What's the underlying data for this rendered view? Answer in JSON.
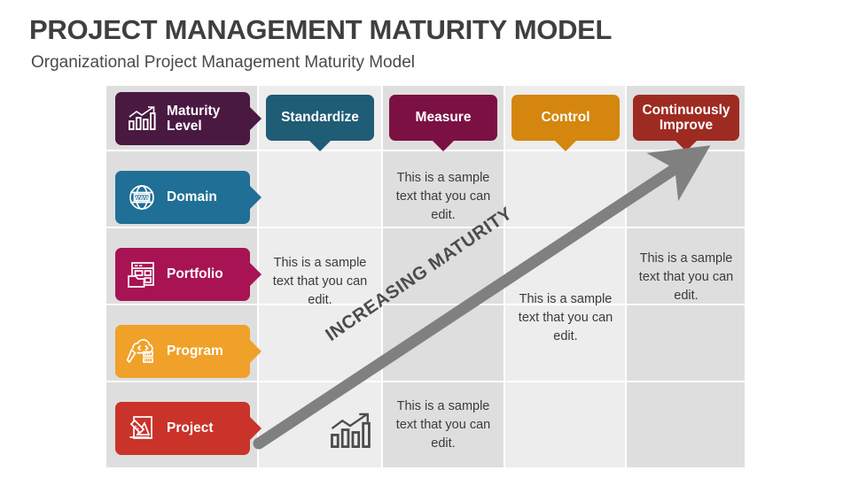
{
  "header": {
    "title": "PROJECT MANAGEMENT MATURITY MODEL",
    "subtitle": "Organizational Project Management Maturity Model"
  },
  "colors": {
    "title_text": "#3f3f3f",
    "maturity_level": "#4A1942",
    "standardize": "#1F5C75",
    "measure": "#7B1043",
    "control": "#D4860E",
    "continuously_improve": "#9E2B22",
    "domain": "#1F6F96",
    "portfolio": "#A81354",
    "program": "#F0A129",
    "project": "#C93329",
    "arrow": "#808080",
    "column_shade_dark": "#dedede",
    "column_shade_light": "#ededed"
  },
  "row_header": {
    "label": "Maturity Level",
    "icon": "bar-chart-growth-icon",
    "color": "#4A1942"
  },
  "rows": [
    {
      "label": "Domain",
      "icon": "globe-www-icon",
      "color": "#1F6F96"
    },
    {
      "label": "Portfolio",
      "icon": "portfolio-folder-icon",
      "color": "#A81354"
    },
    {
      "label": "Program",
      "icon": "cloud-code-icon",
      "color": "#F0A129"
    },
    {
      "label": "Project",
      "icon": "blueprint-ruler-icon",
      "color": "#C93329"
    }
  ],
  "columns": [
    {
      "label": "Standardize",
      "color": "#1F5C75"
    },
    {
      "label": "Measure",
      "color": "#7B1043"
    },
    {
      "label": "Control",
      "color": "#D4860E"
    },
    {
      "label": "Continuously Improve",
      "color": "#9E2B22"
    }
  ],
  "cells": {
    "standardize_portfolio": "This is a sample text that you can edit.",
    "standardize_project": "This is a sample text that you can edit.",
    "measure_domain": "This is a sample text that you can edit.",
    "control_portfolio": "This is a sample text that you can edit.",
    "improve_portfolio": "This is a sample text that you can edit."
  },
  "arrow": {
    "label": "INCREASING MATURITY",
    "icon": "bar-chart-growth-icon",
    "direction": "up-right",
    "color": "#808080"
  }
}
